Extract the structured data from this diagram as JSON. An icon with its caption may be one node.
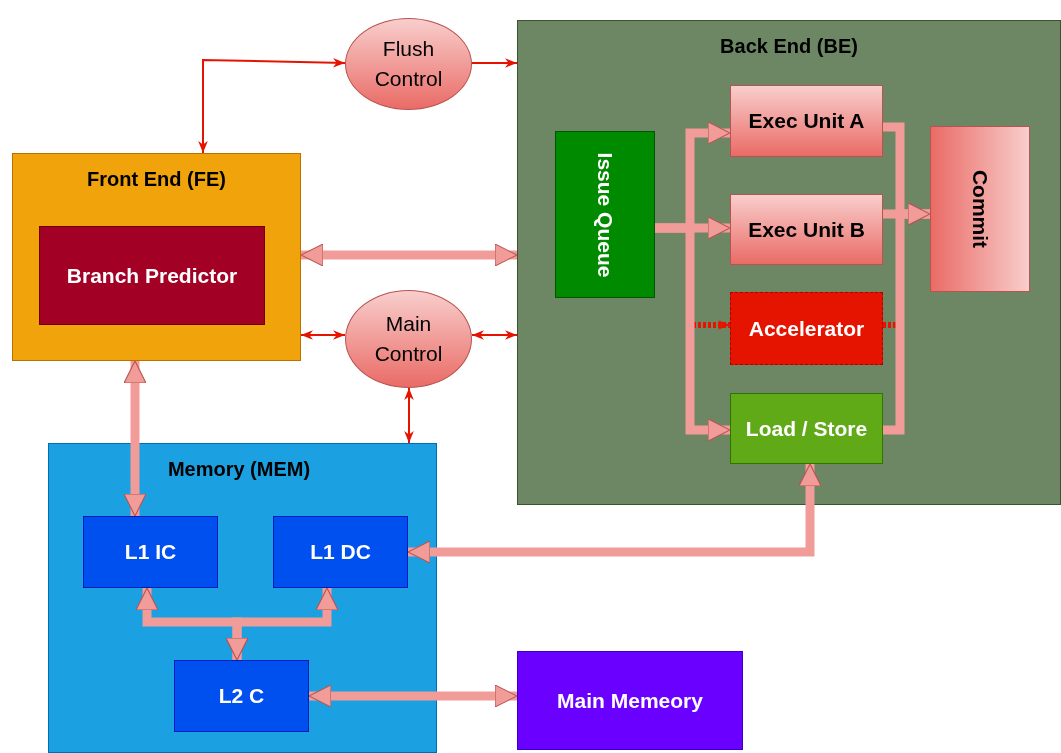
{
  "diagram": {
    "nodes": [
      {
        "text": [
          "Flush Control"
        ]
      },
      {
        "text": [
          "Back End (BE)"
        ]
      },
      {
        "text": [
          "Issue Queue"
        ],
        "in": 1
      },
      {
        "text": [
          "Exec Unit A"
        ],
        "in": 1
      },
      {
        "text": [
          "Exec Unit B"
        ],
        "in": 1
      },
      {
        "text": [
          "Accelerator"
        ],
        "in": 1
      },
      {
        "text": [
          "Load / Store"
        ],
        "in": 1
      },
      {
        "text": [
          "Commit"
        ],
        "in": 1
      },
      {
        "text": [
          "Front End (FE)"
        ]
      },
      {
        "text": [
          "Branch Predictor"
        ],
        "in": 8
      },
      {
        "text": [
          "Main Control"
        ]
      },
      {
        "text": [
          "Memory (MEM)"
        ]
      },
      {
        "text": [
          "L1 IC"
        ],
        "in": 11
      },
      {
        "text": [
          "L1 DC"
        ],
        "in": 11
      },
      {
        "text": [
          "L2 C"
        ],
        "in": 11
      },
      {
        "text": [
          "Main Memeory"
        ]
      }
    ],
    "edges": [
      {
        "from": 8,
        "to": 0,
        "arrow": "both",
        "color": "#e51400"
      },
      {
        "from": 0,
        "to": 1,
        "arrow": "to",
        "color": "#e51400"
      },
      {
        "from": 8,
        "to": 1,
        "arrow": "both"
      },
      {
        "from": 8,
        "to": 10,
        "arrow": "both",
        "color": "#e51400"
      },
      {
        "from": 10,
        "to": 1,
        "arrow": "both",
        "color": "#e51400"
      },
      {
        "from": 10,
        "to": 11,
        "arrow": "both",
        "color": "#e51400"
      },
      {
        "from": 2,
        "to": 3,
        "arrow": "to"
      },
      {
        "from": 2,
        "to": 4,
        "arrow": "to"
      },
      {
        "from": 2,
        "to": 5,
        "arrow": "to",
        "style": "dashed",
        "color": "#e51400"
      },
      {
        "from": 2,
        "to": 6,
        "arrow": "to"
      },
      {
        "from": 3,
        "to": 7,
        "arrow": "to"
      },
      {
        "from": 4,
        "to": 7,
        "arrow": "to"
      },
      {
        "from": 5,
        "to": 7,
        "arrow": "none",
        "style": "dashed",
        "color": "#e51400"
      },
      {
        "from": 6,
        "to": 7,
        "arrow": "to"
      },
      {
        "from": 8,
        "to": 12,
        "arrow": "both"
      },
      {
        "from": 6,
        "to": 13,
        "arrow": "both"
      },
      {
        "from": 12,
        "to": 14,
        "arrow": "both"
      },
      {
        "from": 13,
        "to": 14,
        "arrow": "both"
      },
      {
        "from": 14,
        "to": 15,
        "arrow": "both"
      }
    ]
  }
}
